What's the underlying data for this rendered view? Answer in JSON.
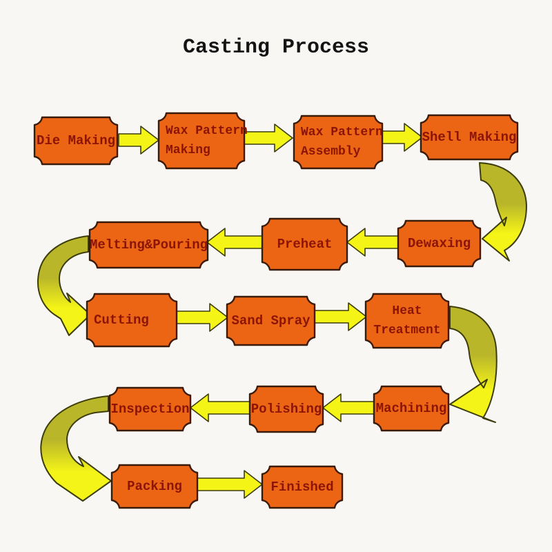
{
  "title": "Casting Process",
  "nodes": {
    "die_making": {
      "label": "Die Making"
    },
    "wax_pattern_making": {
      "line1": "Wax Pattern",
      "line2": "Making"
    },
    "wax_pattern_assembly": {
      "line1": "Wax Pattern",
      "line2": "Assembly"
    },
    "shell_making": {
      "label": "Shell Making"
    },
    "dewaxing": {
      "label": "Dewaxing"
    },
    "preheat": {
      "label": "Preheat"
    },
    "melting_pouring": {
      "label": "Melting&Pouring"
    },
    "cutting": {
      "label": "Cutting"
    },
    "sand_spray": {
      "label": "Sand Spray"
    },
    "heat_treatment": {
      "line1": "Heat",
      "line2": "Treatment"
    },
    "machining": {
      "label": "Machining"
    },
    "polishing": {
      "label": "Polishing"
    },
    "inspection": {
      "label": "Inspection"
    },
    "packing": {
      "label": "Packing"
    },
    "finished": {
      "label": "Finished"
    }
  },
  "flow_sequence": [
    "Die Making",
    "Wax Pattern Making",
    "Wax Pattern Assembly",
    "Shell Making",
    "Dewaxing",
    "Preheat",
    "Melting&Pouring",
    "Cutting",
    "Sand Spray",
    "Heat Treatment",
    "Machining",
    "Polishing",
    "Inspection",
    "Packing",
    "Finished"
  ],
  "colors": {
    "background": "#f8f7f4",
    "title_color": "#141414",
    "box_fill": "#ec6514",
    "box_border": "#3a1a08",
    "box_text": "#8b1404",
    "arrow_fill": "#f4f416",
    "arrow_outline": "#3c3c0c",
    "curve_olive": "#b9b62a",
    "curve_yellow": "#f4f418"
  }
}
